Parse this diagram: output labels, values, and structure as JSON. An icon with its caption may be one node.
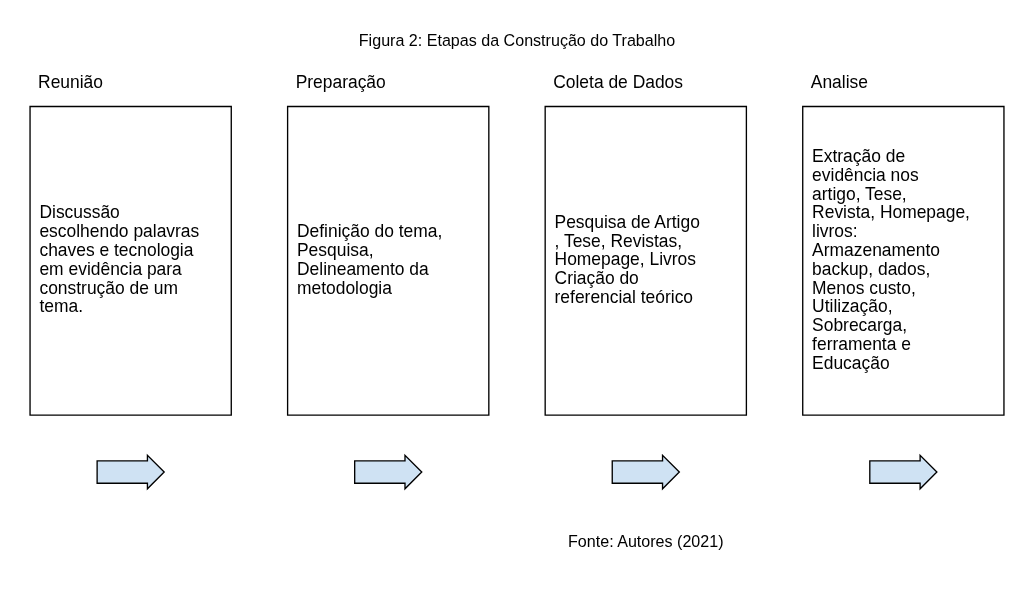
{
  "diagram": {
    "title": "Figura 2: Etapas da Construção do Trabalho",
    "caption": "Fonte: Autores (2021)",
    "nodes": [
      {
        "text": [
          "Reunião",
          "Discussão escolhendo palavras chaves e tecnologia em evidência para construção de um tema."
        ]
      },
      {
        "text": [
          "Preparação",
          "Definição do tema, Pesquisa, Delineamento da metodologia"
        ]
      },
      {
        "text": [
          "Coleta de Dados",
          "Pesquisa de Artigo , Tese, Revistas, Homepage, Livros Criação do referencial teórico"
        ]
      },
      {
        "text": [
          "Analise",
          "Extração de evidência nos artigo, Tese, Revista, Homepage, livros: Armazenamento backup, dados, Menos custo, Utilização, Sobrecarga, ferramenta e Educação"
        ]
      },
      {
        "text": [],
        "shape": "arrow"
      },
      {
        "text": [],
        "shape": "arrow"
      },
      {
        "text": [],
        "shape": "arrow"
      },
      {
        "text": [],
        "shape": "arrow"
      }
    ],
    "edges": []
  }
}
